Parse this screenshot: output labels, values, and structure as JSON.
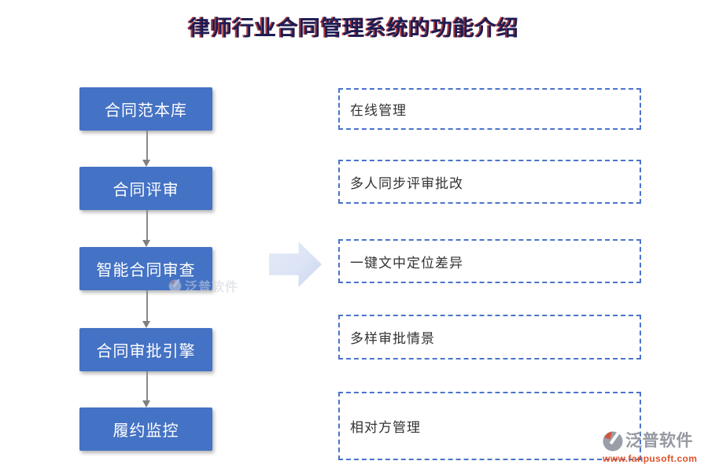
{
  "page": {
    "title": "律师行业合同管理系统的功能介绍"
  },
  "colors": {
    "box_blue": "#4472c4",
    "dashed_border_blue": "#4a74c9",
    "arrow_gray": "#7f7f7f",
    "big_arrow_fill": "#dce4f5",
    "title_navy": "#1b1c55",
    "title_red_shadow": "#b43a3a",
    "brand_gray": "#9599a2",
    "brand_orange": "#e0532c"
  },
  "flow": {
    "steps": [
      {
        "label": "合同范本库",
        "feature": "在线管理"
      },
      {
        "label": "合同评审",
        "feature": "多人同步评审批改"
      },
      {
        "label": "智能合同审查",
        "feature": "一键文中定位差异"
      },
      {
        "label": "合同审批引擎",
        "feature": "多样审批情景"
      },
      {
        "label": "履约监控",
        "feature": "相对方管理"
      }
    ]
  },
  "watermark": {
    "brand": "泛普软件",
    "website": "www.fanpusoft.com"
  }
}
